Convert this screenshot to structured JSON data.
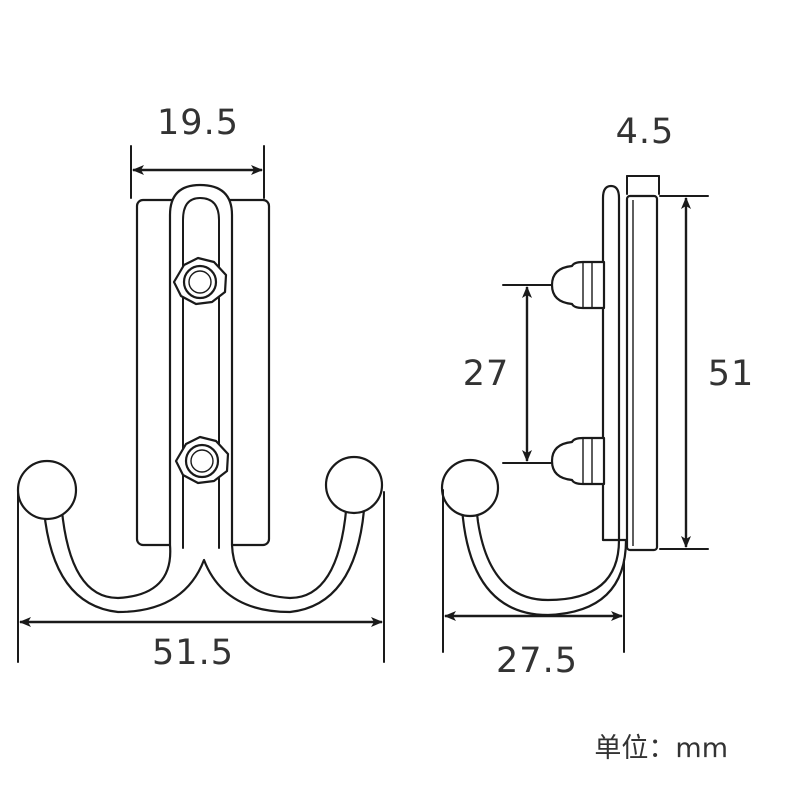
{
  "dimensions": {
    "front_top_width": "19.5",
    "front_total_width": "51.5",
    "side_thickness": "4.5",
    "side_screw_spacing": "27",
    "side_height": "51",
    "side_depth": "27.5"
  },
  "unit_label": "单位：mm"
}
